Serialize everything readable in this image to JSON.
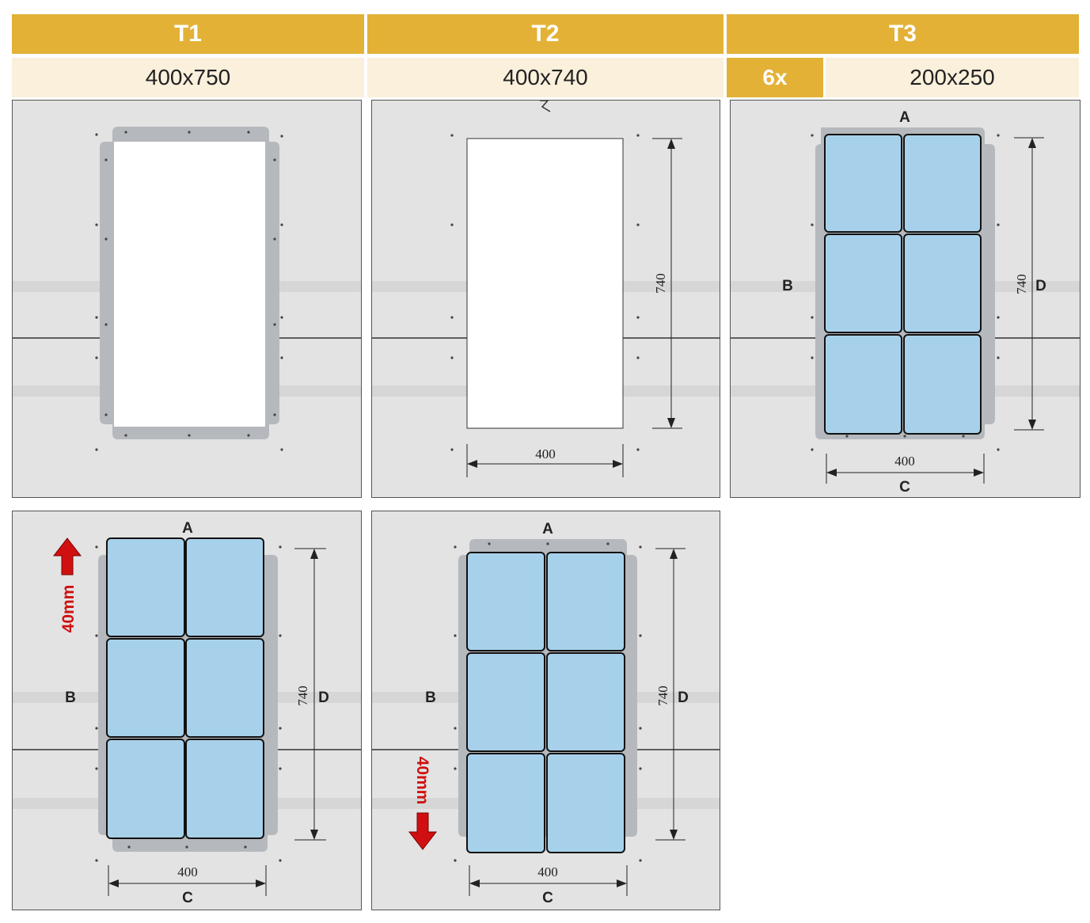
{
  "header": {
    "t1": "T1",
    "t2": "T2",
    "t3": "T3",
    "t1_size": "400x750",
    "t2_size": "400x740",
    "t3_qty": "6x",
    "t3_size": "200x250"
  },
  "panels": {
    "t3": {
      "a": "A",
      "b": "B",
      "c": "C",
      "d": "D",
      "width": "400",
      "height": "740"
    },
    "t2": {
      "width": "400",
      "height": "740"
    },
    "up": {
      "a": "A",
      "b": "B",
      "c": "C",
      "d": "D",
      "width": "400",
      "height": "740",
      "shift": "40mm"
    },
    "down": {
      "a": "A",
      "b": "B",
      "c": "C",
      "d": "D",
      "width": "400",
      "height": "740",
      "shift": "40mm"
    }
  },
  "colors": {
    "header": "#e3b136",
    "subheader": "#faf0dc",
    "panel_bg": "#e3e3e3",
    "flashing": "#b5b9bd",
    "tile": "#a7d1ea",
    "arrow": "#d01010"
  }
}
